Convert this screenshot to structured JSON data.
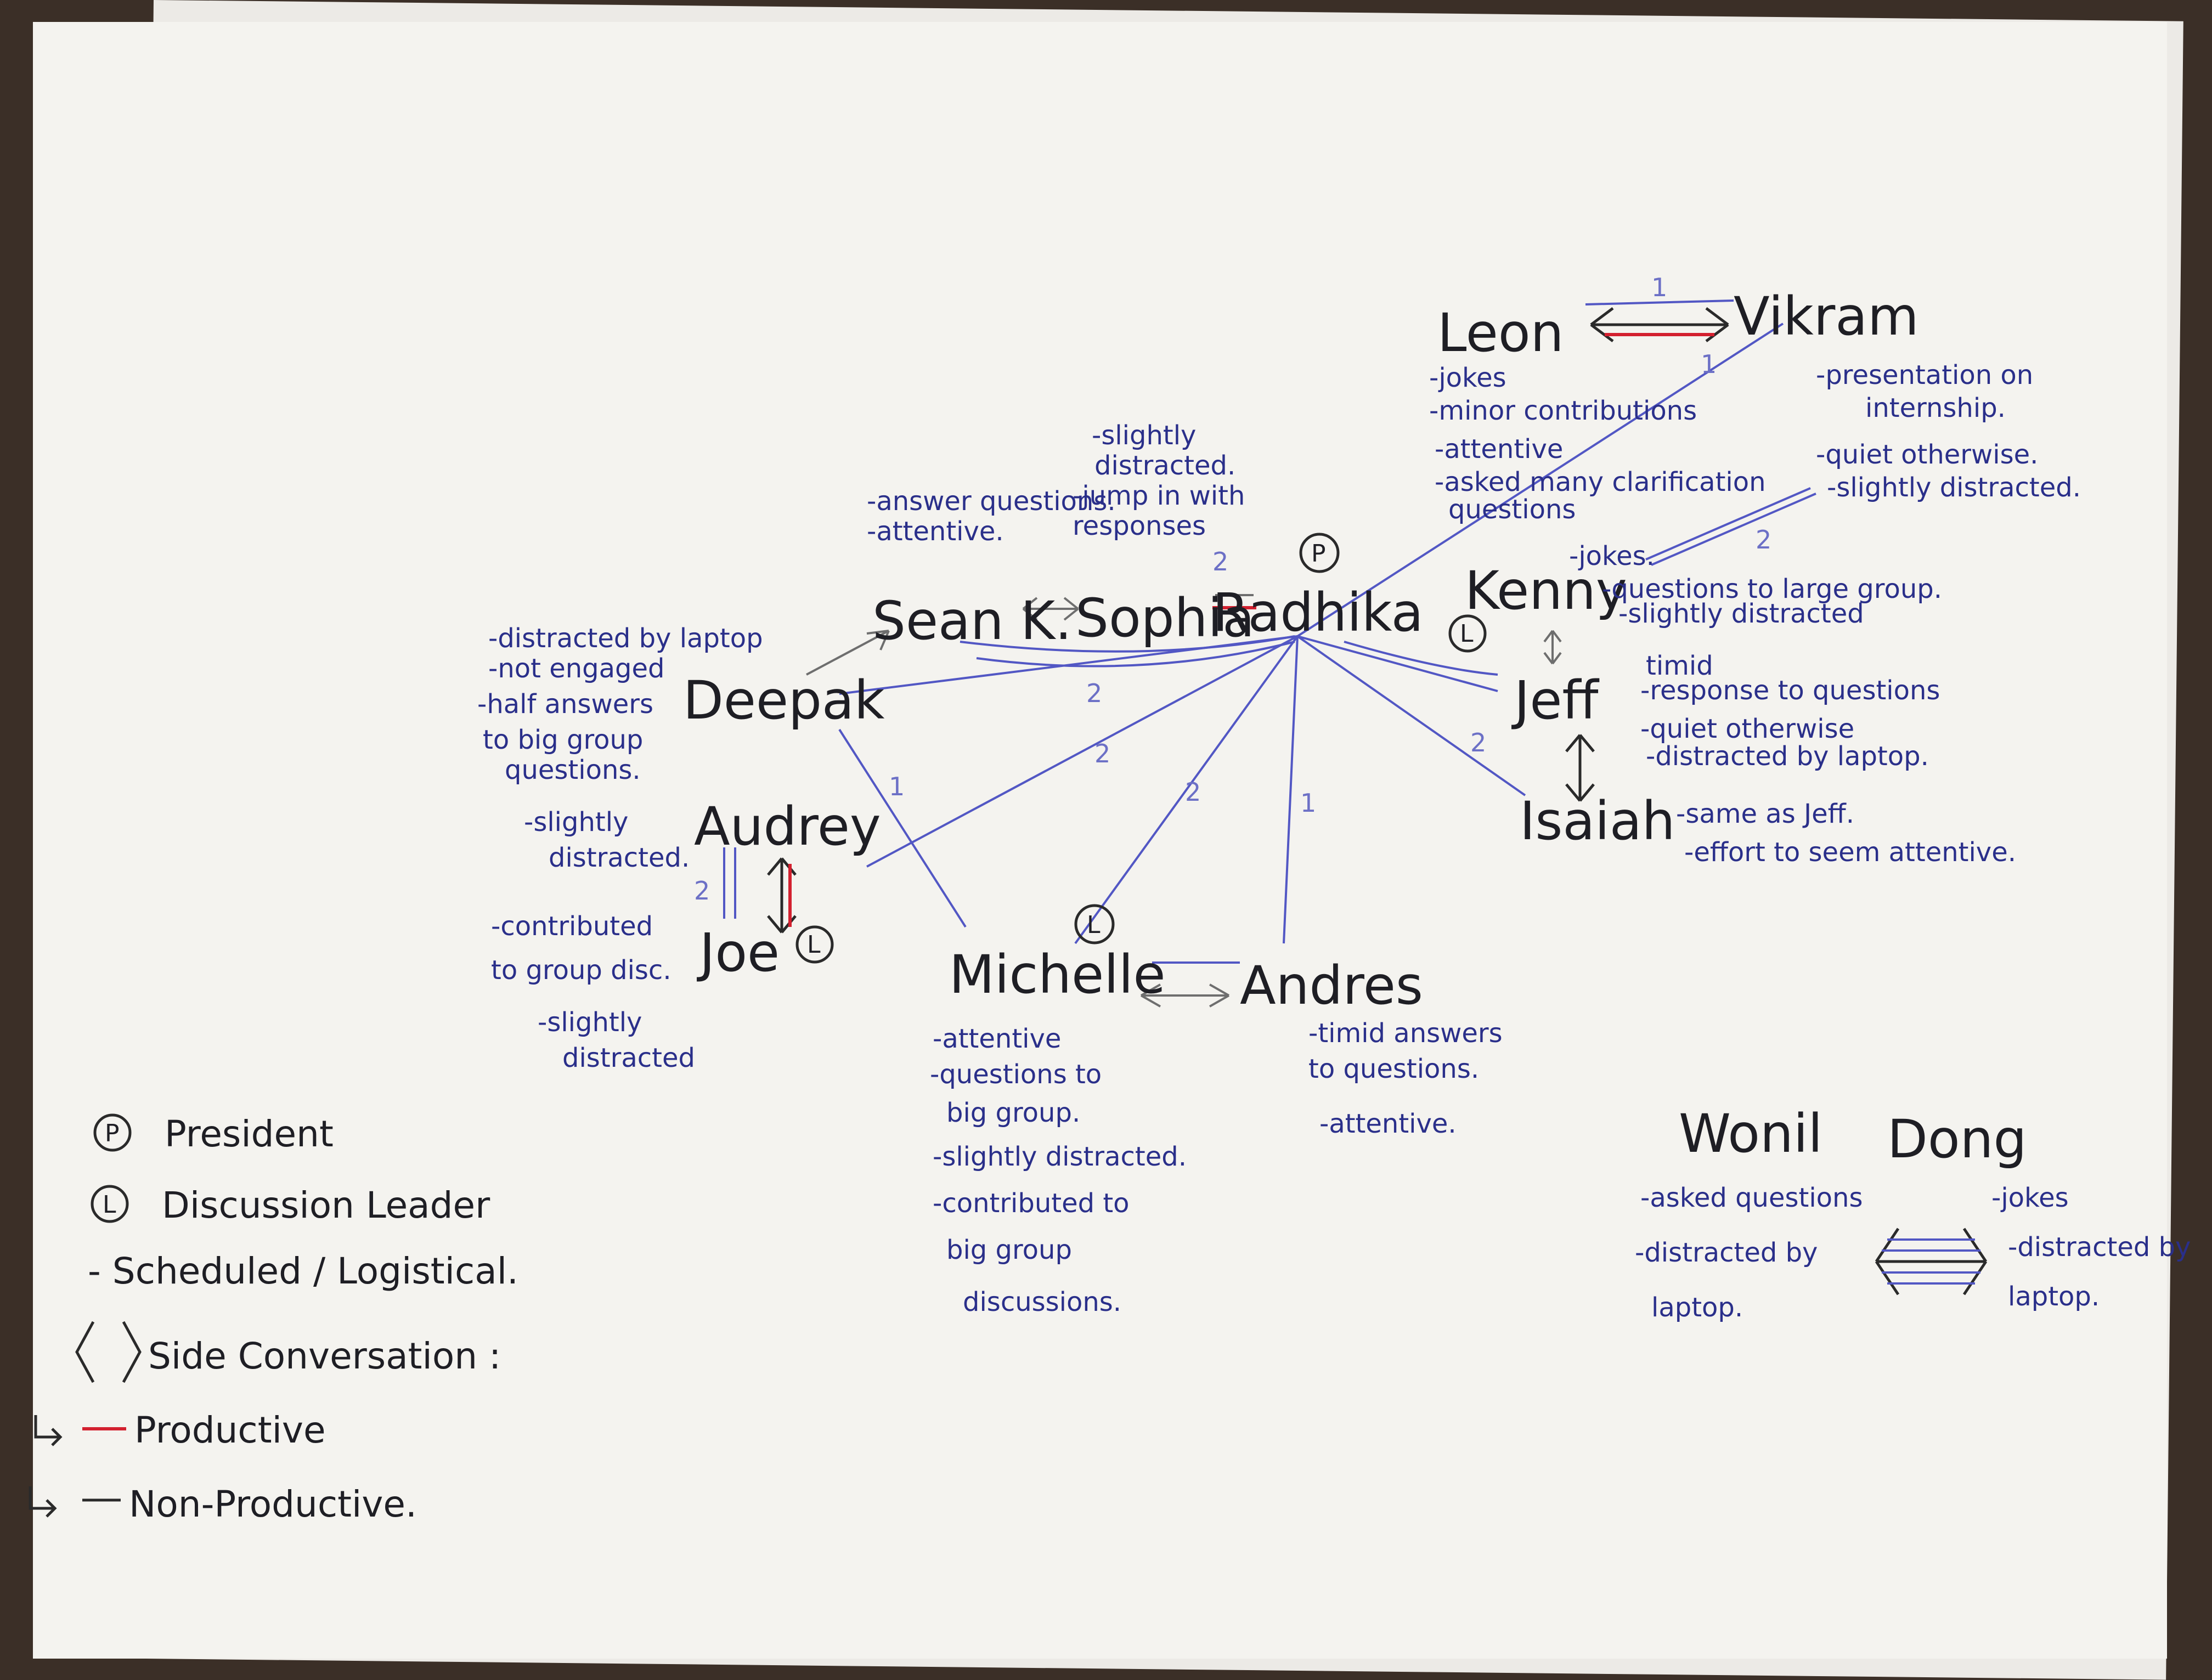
{
  "people": {
    "leon": "Leon",
    "vikram": "Vikram",
    "sean": "Sean K.",
    "sophia": "Sophia",
    "radhika": "Radhika",
    "kenny": "Kenny",
    "deepak": "Deepak",
    "jeff": "Jeff",
    "isaiah": "Isaiah",
    "audrey": "Audrey",
    "joe": "Joe",
    "michelle": "Michelle",
    "andres": "Andres",
    "wonil": "Wonil",
    "dong": "Dong"
  },
  "badges": {
    "president": "P",
    "leader": "L"
  },
  "notes": {
    "leon": [
      "-jokes",
      "-minor contributions",
      "-attentive",
      "-asked many clarification",
      "questions"
    ],
    "vikram": [
      "-presentation on",
      "internship.",
      "-quiet otherwise.",
      "-slightly distracted."
    ],
    "sean": [
      "-answer questions.",
      "-attentive."
    ],
    "sophia": [
      "-slightly",
      "distracted.",
      "-jump in with",
      "responses"
    ],
    "kenny": [
      "-jokes.",
      "-questions to large group.",
      "-slightly distracted"
    ],
    "deepak": [
      "-distracted by laptop",
      "-not engaged",
      "-half answers",
      "to big group",
      "questions."
    ],
    "jeff": [
      "timid",
      "-response to questions",
      "-quiet otherwise",
      "-distracted by laptop."
    ],
    "isaiah": [
      "-same as Jeff.",
      "-effort to seem attentive."
    ],
    "audrey": [
      "-slightly",
      "distracted."
    ],
    "joe": [
      "-contributed",
      "to group disc.",
      "-slightly",
      "distracted"
    ],
    "michelle": [
      "-attentive",
      "-questions to",
      "big group.",
      "-slightly distracted.",
      "-contributed to",
      "big group",
      "discussions."
    ],
    "andres": [
      "-timid answers",
      "to questions.",
      "-attentive."
    ],
    "wonil": [
      "-asked questions",
      "-distracted by",
      "laptop."
    ],
    "dong": [
      "-jokes",
      "-distracted by",
      "laptop."
    ]
  },
  "edge_counts": {
    "one": "1",
    "two": "2"
  },
  "legend": {
    "president": "President",
    "leader": "Discussion Leader",
    "scheduled": "- Scheduled / Logistical.",
    "side": "Side Conversation :",
    "productive": "Productive",
    "nonproductive": "Non-Productive."
  },
  "colors": {
    "ink": "#1e1e24",
    "blue_ink": "#2a2f8a",
    "line_blue": "#5257c4",
    "productive": "#d3202f",
    "non_productive": "#2a2a2a"
  }
}
